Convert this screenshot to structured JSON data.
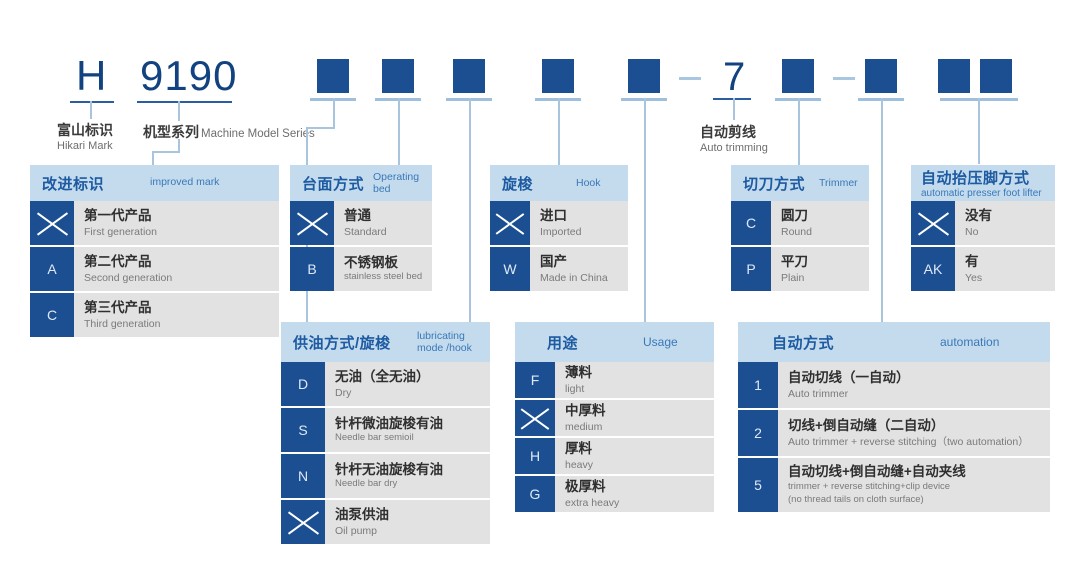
{
  "model_code": {
    "prefix_letter": "H",
    "series_number": "9190",
    "digit_7": "7",
    "dash": "—"
  },
  "callouts": [
    {
      "cn": "富山标识",
      "en": "Hikari Mark"
    },
    {
      "cn": "机型系列",
      "en": "Machine Model Series"
    },
    {
      "cn": "自动剪线",
      "en": "Auto trimming"
    }
  ],
  "tables": [
    {
      "id": "improved-mark",
      "head_cn": "改进标识",
      "head_en": "improved mark",
      "rows": [
        {
          "key": "X",
          "cn": "第一代产品",
          "en": "First generation"
        },
        {
          "key": "A",
          "cn": "第二代产品",
          "en": "Second generation"
        },
        {
          "key": "C",
          "cn": "第三代产品",
          "en": "Third generation"
        }
      ]
    },
    {
      "id": "operating-bed",
      "head_cn": "台面方式",
      "head_en": "Operating bed",
      "rows": [
        {
          "key": "X",
          "cn": "普通",
          "en": "Standard"
        },
        {
          "key": "B",
          "cn": "不锈钢板",
          "en": "stainless steel bed"
        }
      ]
    },
    {
      "id": "hook",
      "head_cn": "旋梭",
      "head_en": "Hook",
      "rows": [
        {
          "key": "X",
          "cn": "进口",
          "en": "Imported"
        },
        {
          "key": "W",
          "cn": "国产",
          "en": "Made in China"
        }
      ]
    },
    {
      "id": "trimmer",
      "head_cn": "切刀方式",
      "head_en": "Trimmer",
      "rows": [
        {
          "key": "C",
          "cn": "圆刀",
          "en": "Round"
        },
        {
          "key": "P",
          "cn": "平刀",
          "en": "Plain"
        }
      ]
    },
    {
      "id": "presser-foot-lifter",
      "head_cn": "自动抬压脚方式",
      "head_en": "automatic presser foot lifter",
      "rows": [
        {
          "key": "X",
          "cn": "没有",
          "en": "No"
        },
        {
          "key": "AK",
          "cn": "有",
          "en": "Yes"
        }
      ]
    },
    {
      "id": "lubricating-mode",
      "head_cn": "供油方式/旋梭",
      "head_en": "lubricating mode /hook",
      "rows": [
        {
          "key": "D",
          "cn": "无油（全无油）",
          "en": "Dry"
        },
        {
          "key": "S",
          "cn": "针杆微油旋梭有油",
          "en": "Needle bar semioil"
        },
        {
          "key": "N",
          "cn": "针杆无油旋梭有油",
          "en": " Needle bar dry"
        },
        {
          "key": "X",
          "cn": "油泵供油",
          "en": "Oil pump"
        }
      ]
    },
    {
      "id": "usage",
      "head_cn": "用途",
      "head_en": "Usage",
      "rows": [
        {
          "key": "F",
          "cn": "薄料",
          "en": "light"
        },
        {
          "key": "X",
          "cn": "中厚料",
          "en": "medium"
        },
        {
          "key": "H",
          "cn": "厚料",
          "en": "heavy"
        },
        {
          "key": "G",
          "cn": "极厚料",
          "en": "extra heavy"
        }
      ]
    },
    {
      "id": "automation",
      "head_cn": "自动方式",
      "head_en": "automation",
      "rows": [
        {
          "key": "1",
          "cn": "自动切线（一自动）",
          "en": "Auto trimmer"
        },
        {
          "key": "2",
          "cn": "切线+倒自动缝（二自动）",
          "en": "Auto trimmer + reverse stitching（two automation）"
        },
        {
          "key": "5",
          "cn": "自动切线+倒自动缝+自动夹线",
          "en": "trimmer + reverse stitching+clip device",
          "en2": "(no thread tails on cloth surface)"
        }
      ]
    }
  ],
  "colors": {
    "deep_blue": "#1c4f92",
    "header_blue": "#c3dbed",
    "row_grey": "#e2e2e2",
    "connector": "#a9c4dd",
    "code_text": "#12427f"
  }
}
